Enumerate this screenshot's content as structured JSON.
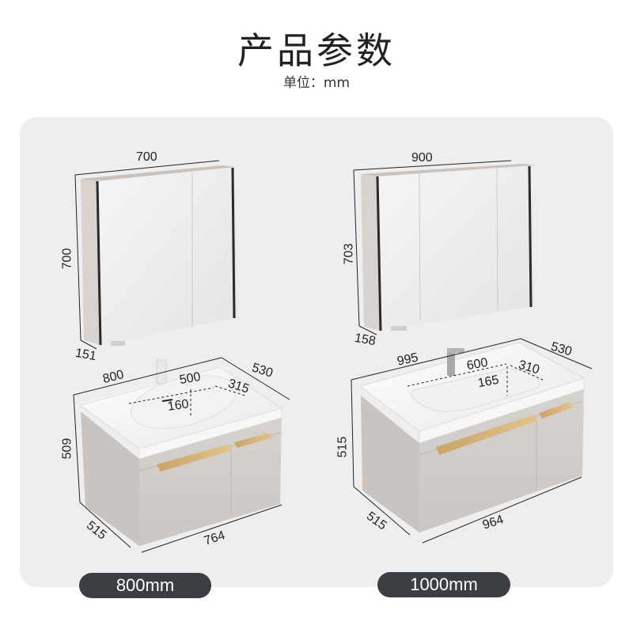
{
  "header": {
    "title": "产品参数",
    "unit_label": "单位：mm"
  },
  "colors": {
    "panel_bg": "#eeeeee",
    "pill_bg": "#3b3e42",
    "cabinet_gray": "#cfcac6",
    "handle_gold": "#d6b47a",
    "basin_white": "#ffffff",
    "mirror": "#e9ebed"
  },
  "variants": [
    {
      "label": "800mm",
      "mirror_cabinet": {
        "width": "700",
        "height": "700",
        "depth": "151"
      },
      "vanity": {
        "top_width": "800",
        "top_depth": "530",
        "height": "509",
        "body_width": "764",
        "body_depth": "515",
        "basin_width": "500",
        "basin_depth": "315",
        "basin_height": "160"
      }
    },
    {
      "label": "1000mm",
      "mirror_cabinet": {
        "width": "900",
        "height": "703",
        "depth": "158"
      },
      "vanity": {
        "top_width": "995",
        "top_depth": "530",
        "height": "515",
        "body_width": "964",
        "body_depth": "515",
        "basin_width": "600",
        "basin_depth": "310",
        "basin_height": "165"
      }
    }
  ]
}
